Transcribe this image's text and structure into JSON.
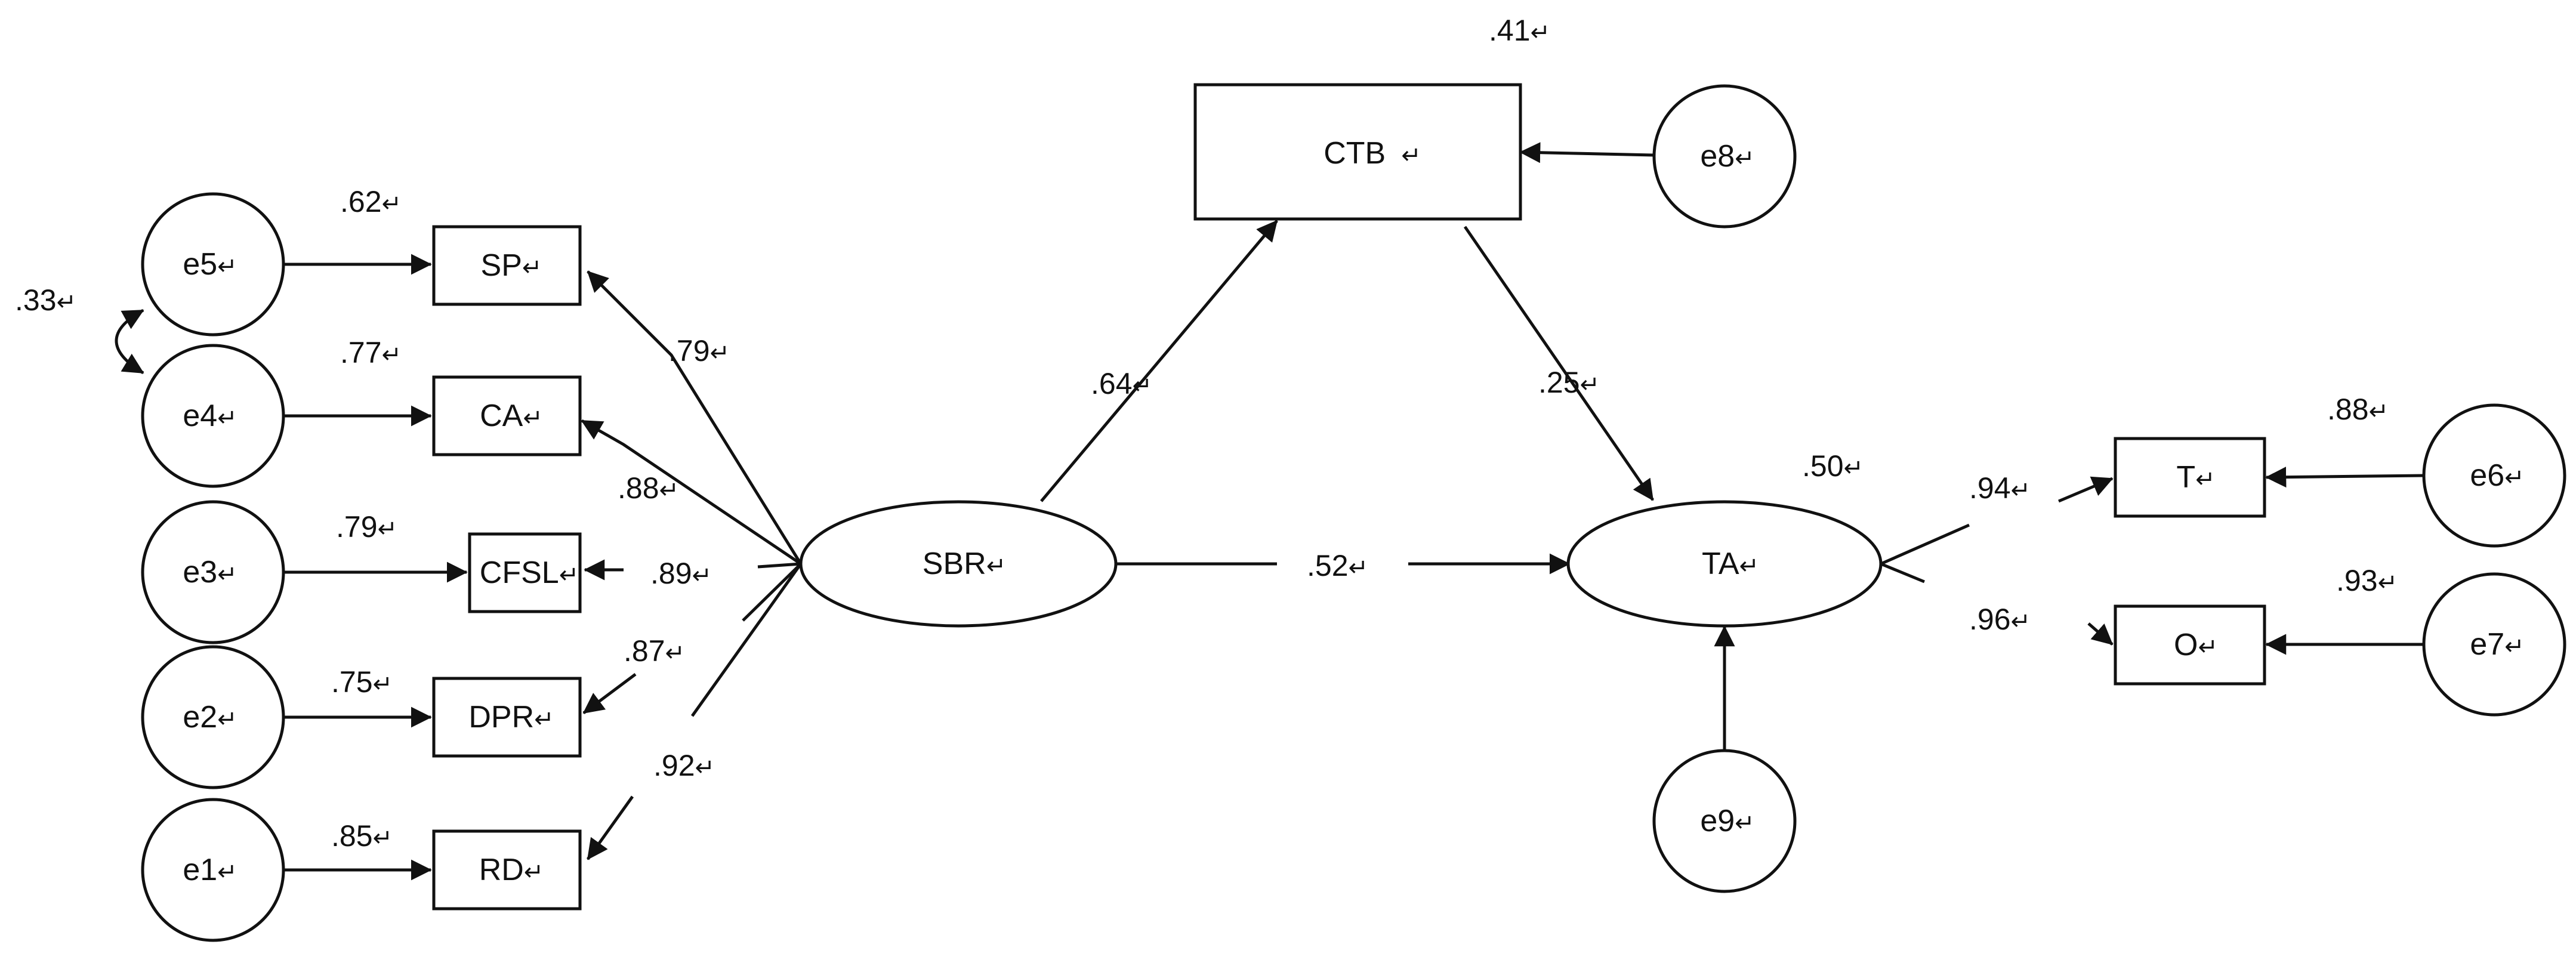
{
  "mark": "↵",
  "nodes": {
    "e1": "e1",
    "e2": "e2",
    "e3": "e3",
    "e4": "e4",
    "e5": "e5",
    "e6": "e6",
    "e7": "e7",
    "e8": "e8",
    "e9": "e9",
    "SP": "SP",
    "CA": "CA",
    "CFSL": "CFSL",
    "DPR": "DPR",
    "RD": "RD",
    "CTB": "CTB",
    "SBR": "SBR",
    "TA": "TA",
    "T": "T",
    "O": "O"
  },
  "values": {
    "cov_e4_e5": ".33",
    "r2_SP": ".62",
    "r2_CA": ".77",
    "r2_CFSL": ".79",
    "r2_DPR": ".75",
    "r2_RD": ".85",
    "load_SP": ".79",
    "load_CA": ".88",
    "load_CFSL": ".89",
    "load_DPR": ".87",
    "load_RD": ".92",
    "path_SBR_CTB": ".64",
    "path_CTB_TA": ".25",
    "path_SBR_TA": ".52",
    "r2_CTB": ".41",
    "r2_TA": ".50",
    "load_T": ".94",
    "load_O": ".96",
    "r2_T": ".88",
    "r2_O": ".93"
  },
  "colors": {
    "ink": "#111111",
    "background": "#ffffff"
  }
}
